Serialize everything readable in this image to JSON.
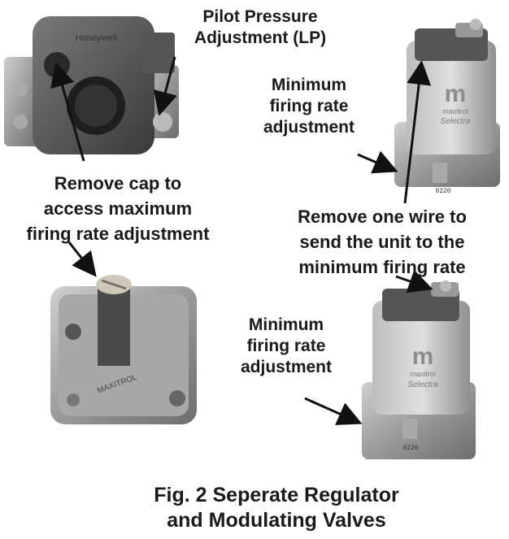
{
  "labels": {
    "pilot_pressure": [
      "Pilot Pressure",
      "Adjustment (LP)"
    ],
    "min_firing_top": [
      "Minimum",
      "firing rate",
      "adjustment"
    ],
    "remove_cap": [
      "Remove cap to",
      "access maximum",
      "firing rate adjustment"
    ],
    "remove_wire": [
      "Remove one wire to",
      "send the unit to the",
      "minimum firing rate"
    ],
    "min_firing_bottom": [
      "Minimum",
      "firing rate",
      "adjustment"
    ]
  },
  "device_text": {
    "gas_valve_brand": "Honeywell",
    "regulator_brand": "MAXITROL",
    "modulating_brand": "maxitrol",
    "modulating_model": "Selectra",
    "modulating_code": "0220"
  },
  "caption": [
    "Fig. 2 Seperate Regulator",
    "and Modulating Valves"
  ]
}
